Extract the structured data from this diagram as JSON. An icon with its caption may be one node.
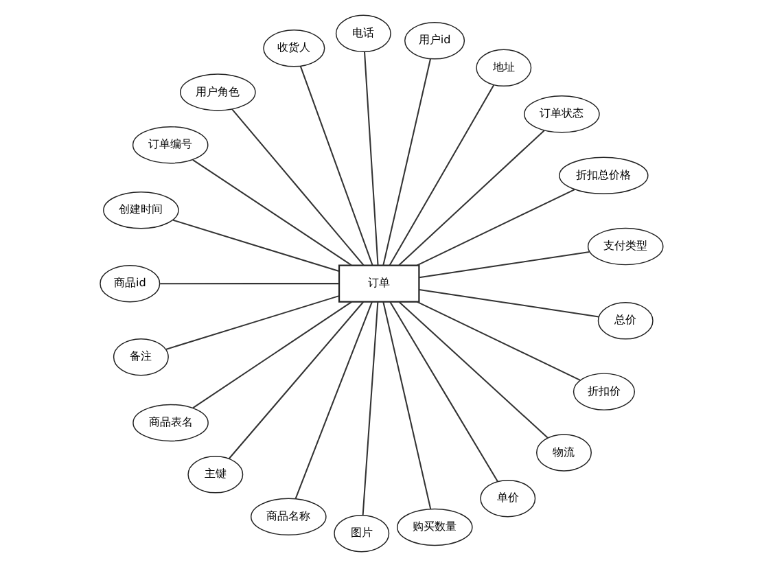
{
  "diagram": {
    "nodes": [
      {
        "text": [
          "订单"
        ]
      },
      {
        "text": [
          "支付类型"
        ]
      },
      {
        "text": [
          "折扣总价格"
        ]
      },
      {
        "text": [
          "订单状态"
        ]
      },
      {
        "text": [
          "地址"
        ]
      },
      {
        "text": [
          "用户id"
        ]
      },
      {
        "text": [
          "电话"
        ]
      },
      {
        "text": [
          "收货人"
        ]
      },
      {
        "text": [
          "用户角色"
        ]
      },
      {
        "text": [
          "订单编号"
        ]
      },
      {
        "text": [
          "创建时间"
        ]
      },
      {
        "text": [
          "商品id"
        ]
      },
      {
        "text": [
          "备注"
        ]
      },
      {
        "text": [
          "商品表名"
        ]
      },
      {
        "text": [
          "主键"
        ]
      },
      {
        "text": [
          "商品名称"
        ]
      },
      {
        "text": [
          "图片"
        ]
      },
      {
        "text": [
          "购买数量"
        ]
      },
      {
        "text": [
          "单价"
        ]
      },
      {
        "text": [
          "物流"
        ]
      },
      {
        "text": [
          "折扣价"
        ]
      },
      {
        "text": [
          "总价"
        ]
      }
    ],
    "edges": [
      {
        "from": 0,
        "to": 1,
        "arrow": "none"
      },
      {
        "from": 0,
        "to": 2,
        "arrow": "none"
      },
      {
        "from": 0,
        "to": 3,
        "arrow": "none"
      },
      {
        "from": 0,
        "to": 4,
        "arrow": "none"
      },
      {
        "from": 0,
        "to": 5,
        "arrow": "none"
      },
      {
        "from": 0,
        "to": 6,
        "arrow": "none"
      },
      {
        "from": 0,
        "to": 7,
        "arrow": "none"
      },
      {
        "from": 0,
        "to": 8,
        "arrow": "none"
      },
      {
        "from": 0,
        "to": 9,
        "arrow": "none"
      },
      {
        "from": 0,
        "to": 10,
        "arrow": "none"
      },
      {
        "from": 0,
        "to": 11,
        "arrow": "none"
      },
      {
        "from": 0,
        "to": 12,
        "arrow": "none"
      },
      {
        "from": 0,
        "to": 13,
        "arrow": "none"
      },
      {
        "from": 0,
        "to": 14,
        "arrow": "none"
      },
      {
        "from": 0,
        "to": 15,
        "arrow": "none"
      },
      {
        "from": 0,
        "to": 16,
        "arrow": "none"
      },
      {
        "from": 0,
        "to": 17,
        "arrow": "none"
      },
      {
        "from": 0,
        "to": 18,
        "arrow": "none"
      },
      {
        "from": 0,
        "to": 19,
        "arrow": "none"
      },
      {
        "from": 0,
        "to": 20,
        "arrow": "none"
      },
      {
        "from": 0,
        "to": 21,
        "arrow": "none"
      }
    ]
  }
}
